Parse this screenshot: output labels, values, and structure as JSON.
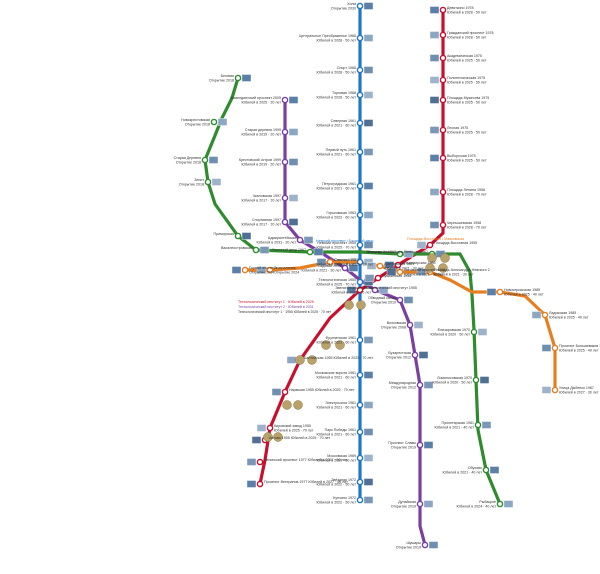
{
  "lines": {
    "blue": {
      "color": "#1f77c4"
    },
    "red": {
      "color": "#c8102e"
    },
    "green": {
      "color": "#2e8b2e"
    },
    "purple": {
      "color": "#7b3fa0"
    },
    "orange": {
      "color": "#e67e22"
    }
  },
  "blue_stations": [
    "Холм\nОткрытие 2030",
    "Центральное Преображенье 1968\nЮбилей в 2028 · 50 лет",
    "Спорт 1968\nЮбилей в 2028 · 50 лет",
    "Торговая 1968\nЮбилей в 2028 · 50 лет",
    "Северная 1961\nЮбилей в 2021 · 60 лет",
    "Первый путь 1961\nЮбилей в 2021 · 60 лет",
    "Петроградская 1961\nЮбилей в 2021 · 60 лет",
    "Горьковская 1963\nЮбилей в 2023 · 60 лет",
    "Невский проспект 1955\nЮбилей в 2025 · 70 лет",
    "Сенная 1955\nЮбилей в 2025 · 70 лет",
    "Технологическая 1955\nЮбилей в 2025 · 70 лет",
    "Фрунзенская 1961\nЮбилей в 2021 · 60 лет",
    "Московские ворота 1961\nЮбилей в 2021 · 60 лет",
    "Электросила 1961\nЮбилей в 2021 · 60 лет",
    "Парк Победы 1961\nЮбилей в 2021 · 60 лет",
    "Московская 1969\nЮбилей в 2029 · 60 лет",
    "Звёздная 1972\nЮбилей в 2022 · 50 лет",
    "Купчино 1972\nЮбилей в 2022 · 50 лет"
  ],
  "red_stations": [
    "Девяткино 1978\nЮбилей в 2028 · 50 лет",
    "Гражданский проспект 1978\nЮбилей в 2028 · 50 лет",
    "Академическая 1975\nЮбилей в 2025 · 50 лет",
    "Политехническая 1975\nЮбилей в 2025 · 50 лет",
    "Площадь Мужества 1975\nЮбилей в 2025 · 50 лет",
    "Лесная 1975\nЮбилей в 2025 · 50 лет",
    "Выборгская 1975\nЮбилей в 2025 · 50 лет",
    "Площадь Ленина 1958\nЮбилей в 2028 · 70 лет",
    "Чернышевская 1958\nЮбилей в 2028 · 70 лет",
    "Площадь Восстания 1955",
    "Владимирская 1955",
    "Пушкинская 1956",
    "Технологический институт 1955",
    "Балтийская 1955 Юбилей в 2025 · 70 лет",
    "Нарвская 1955 Юбилей в 2025 · 70 лет",
    "Кировский завод 1955\nЮбилей в 2025 · 70 лет",
    "Автово 1955 Юбилей в 2025 · 70 лет",
    "Ленинский проспект 1977 Юбилей в 2027 · 50 лет",
    "Проспект Ветеранов 1977 Юбилей в 2027 · 50 лет"
  ],
  "green_stations": [
    "Беговая\nОткрытие 2018",
    "Новокрестовская\nОткрытие 2018",
    "Старая Деревня\nОткрытие 2018",
    "Зенит\nОткрытие 2018",
    "Приморская",
    "Василеостровская",
    "Гостиный двор 1967",
    "Маяковская 1967",
    "Площадь Александра Невского 1967",
    "Елизаровская 1970\nЮбилей в 2020 · 50 лет",
    "Ломоносовская 1970\nЮбилей в 2020 · 50 лет",
    "Пролетарская 1981\nЮбилей в 2021 · 40 лет",
    "Обухово\nЮбилей в 2021 · 40 лет",
    "Рыбацкое\nЮбилей в 2024 · 40 лет"
  ],
  "purple_stations": [
    "Комендантский проспект 2005\nЮбилей в 2025 · 20 лет",
    "Старая деревня 1999\nЮбилей в 2019 · 20 лет",
    "Крестовский остров 1999\nЮбилей в 2019 · 20 лет",
    "Чкаловская 1997\nЮбилей в 2017 · 20 лет",
    "Спортивная 1997\nЮбилей в 2017 · 20 лет",
    "Адмиралтейская\nЮбилей в 2031 · 20 лет",
    "Садовая 1991\nЮбилей в 2021 · 30 лет",
    "Звенигородская 2008\nЮбилей в 2028 · 20 лет",
    "Обводный канал\nОткрытие 2010",
    "Волковская\nОткрытие 2008",
    "Бухарестская\nОткрытие 2012",
    "Международная\nОткрытие 2012",
    "Проспект Славы\nОткрытие 2019",
    "Дунайская\nОткрытие 2019",
    "Шушары\nОткрытие 2019"
  ],
  "orange_stations": [
    "Горный институт\nОткрытие 2024",
    "Театральная\nОткрытие 2024",
    "Спасская 2009\nЮбилей в 2029 · 20 лет",
    "Достоевская 1991\nЮбилей в 2021 · 30 лет",
    "Лиговский проспект 1991\nЮбилей в 2021 · 30 лет",
    "Площадь Александра Невского 2\nЮбилей в 2021 · 30 лет",
    "Новочеркасская 1985\nЮбилей в 2025 · 40 лет",
    "Ладожская 1985\nЮбилей в 2025 · 40 лет",
    "Проспект Большевиков 1985\nЮбилей в 2025 · 40 лет",
    "Улица Дыбенко 1987\nЮбилей в 2027 · 30 лет"
  ],
  "transfers": [
    "Невский проспект / Гостиный двор",
    "Технологический институт 1 · Юбилей в 2025",
    "Технологический институт 2 · Юбилей в 2031",
    "Площадь Восстания / Маяковская"
  ],
  "footnote": "Технологический институт 1 · 1955 Юбилей в 2025 · 70 лет"
}
